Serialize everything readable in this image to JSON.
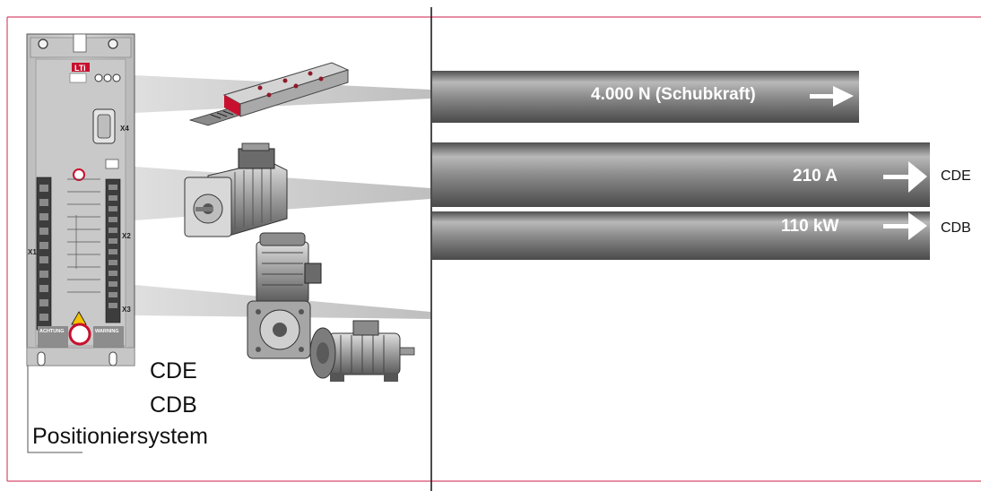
{
  "drive": {
    "logo": "LTi",
    "labels": [
      "CDE",
      "CDB",
      "Positioniersystem"
    ],
    "connectors": [
      "X1",
      "X2",
      "X3",
      "X4"
    ],
    "warnings": [
      "ACHTUNG",
      "WARNING"
    ]
  },
  "bars": {
    "top_value": "4.000 N (Schubkraft)",
    "mid_value": "210 A",
    "low_value": "110 kW",
    "mid_side_label": "CDE",
    "low_side_label": "CDB"
  },
  "colors": {
    "frame_line": "#d64a6e",
    "bar_dark": "#6e6e6e",
    "bar_light": "#bdbdbd",
    "drive_body": "#cfcfcf"
  }
}
